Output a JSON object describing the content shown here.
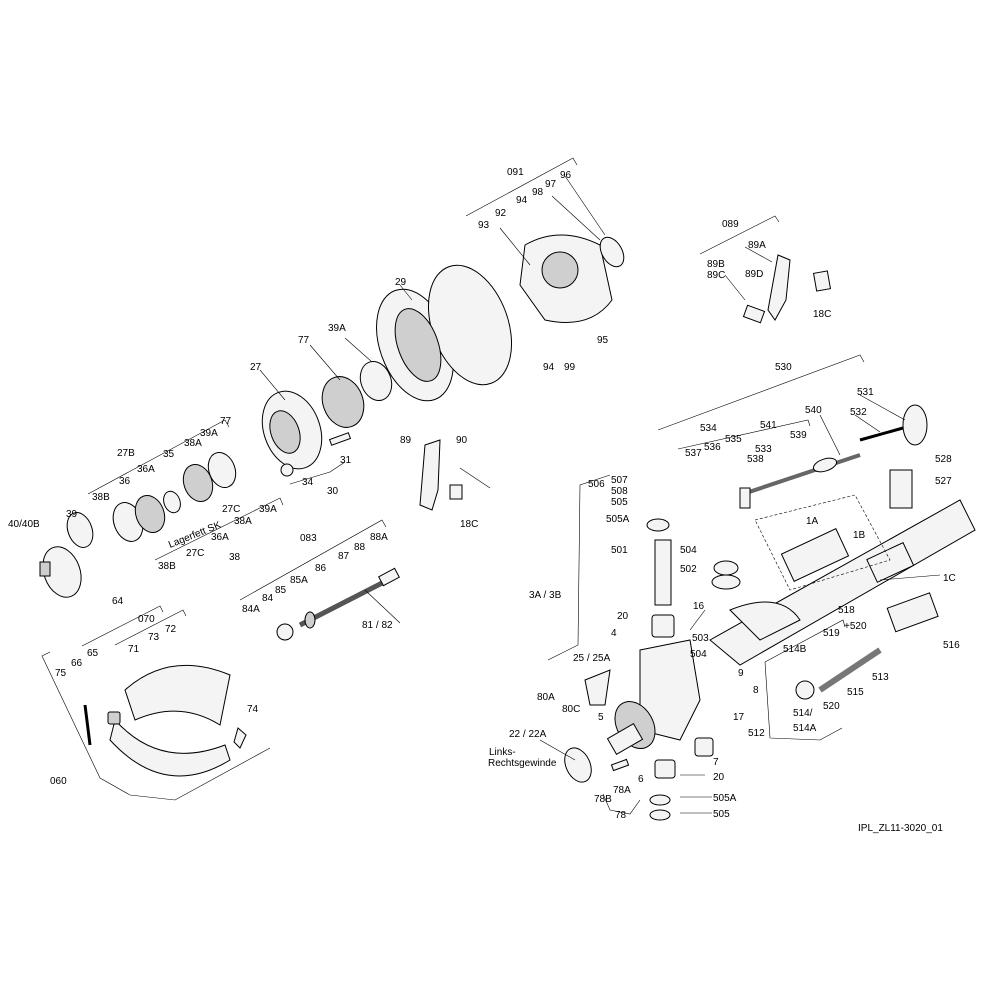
{
  "diagram": {
    "reference": "IPL_ZL11-3020_01",
    "labels": {
      "p091": "091",
      "p96": "96",
      "p97": "97",
      "p98": "98",
      "p94a": "94",
      "p92": "92",
      "p93": "93",
      "p94b": "94",
      "p99": "99",
      "p95": "95",
      "p089": "089",
      "p89A": "89A",
      "p89B": "89B",
      "p89C": "89C",
      "p89D": "89D",
      "p18Ca": "18C",
      "p29": "29",
      "p39Aa": "39A",
      "p77a": "77",
      "p27": "27",
      "p31": "31",
      "p34": "34",
      "p30": "30",
      "p89": "89",
      "p90": "90",
      "p18Cb": "18C",
      "p77b": "77",
      "p27B": "27B",
      "p39Ab": "39A",
      "p38Aa": "38A",
      "p35": "35",
      "p36Aa": "36A",
      "p36": "36",
      "p38Ba": "38B",
      "p39": "39",
      "p40": "40/40B",
      "p27Ca": "27C",
      "p39Ac": "39A",
      "p38Ab": "38A",
      "lagerfett": "Lagerfett SK",
      "p27Cb": "27C",
      "p36Ab": "36A",
      "p38Bb": "38B",
      "p38": "38",
      "p083": "083",
      "p88A": "88A",
      "p88": "88",
      "p87": "87",
      "p86": "86",
      "p85A": "85A",
      "p85": "85",
      "p84": "84",
      "p84A": "84A",
      "p8182": "81 / 82",
      "p64": "64",
      "p070": "070",
      "p73": "73",
      "p72": "72",
      "p71": "71",
      "p65": "65",
      "p66": "66",
      "p75": "75",
      "p74": "74",
      "p060": "060",
      "p530": "530",
      "p531": "531",
      "p532": "532",
      "p540": "540",
      "p541": "541",
      "p539": "539",
      "p534": "534",
      "p535": "535",
      "p536": "536",
      "p537": "537",
      "p533": "533",
      "p538": "538",
      "p528": "528",
      "p527": "527",
      "p1A": "1A",
      "p1B": "1B",
      "p1C": "1C",
      "p506": "506",
      "p507": "507",
      "p508": "508",
      "p505a": "505",
      "p505Aa": "505A",
      "p501": "501",
      "p504a": "504",
      "p502": "502",
      "p3A3B": "3A / 3B",
      "p16": "16",
      "p20a": "20",
      "p4": "4",
      "p503": "503",
      "p504b": "504",
      "p2525A": "25 / 25A",
      "p9": "9",
      "p8": "8",
      "p518": "518",
      "p519": "519",
      "p520a": "+520",
      "p514B": "514B",
      "p513": "513",
      "p515": "515",
      "p516": "516",
      "p520b": "520",
      "p514": "514/",
      "p514A": "514A",
      "p512": "512",
      "p80A": "80A",
      "p80C": "80C",
      "p5": "5",
      "p17": "17",
      "p2222A": "22 / 22A",
      "links": "Links-",
      "rechts": "Rechtsgewinde",
      "p7": "7",
      "p6": "6",
      "p20b": "20",
      "p78B": "78B",
      "p78A": "78A",
      "p78": "78",
      "p505Ab": "505A",
      "p505b": "505"
    }
  }
}
